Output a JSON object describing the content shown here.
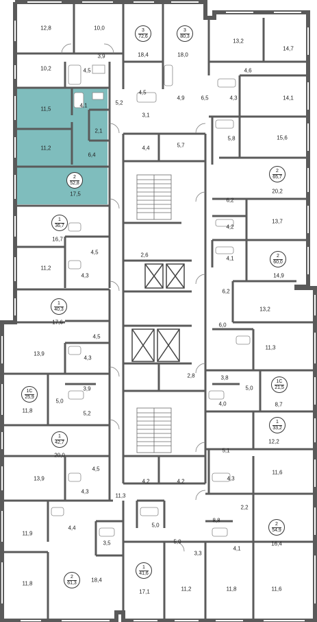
{
  "highlight": {
    "color": "#7fbdbd"
  },
  "apartments": [
    {
      "id": "a1",
      "rooms": "3",
      "area": "72,6"
    },
    {
      "id": "a2",
      "rooms": "3",
      "area": "80,3"
    },
    {
      "id": "a3",
      "rooms": "2",
      "area": "52,8"
    },
    {
      "id": "a4",
      "rooms": "1",
      "area": "36,7"
    },
    {
      "id": "a5",
      "rooms": "2",
      "area": "65,7"
    },
    {
      "id": "a6",
      "rooms": "2",
      "area": "60,0"
    },
    {
      "id": "a7",
      "rooms": "1",
      "area": "40,3"
    },
    {
      "id": "a8",
      "rooms": "1С",
      "area": "25,9"
    },
    {
      "id": "a9",
      "rooms": "1С",
      "area": "21,5"
    },
    {
      "id": "a10",
      "rooms": "1",
      "area": "33,2"
    },
    {
      "id": "a11",
      "rooms": "1",
      "area": "42,7"
    },
    {
      "id": "a12",
      "rooms": "2",
      "area": "54,9"
    },
    {
      "id": "a13",
      "rooms": "1",
      "area": "41,6"
    },
    {
      "id": "a14",
      "rooms": "2",
      "area": "61,3"
    }
  ],
  "rooms": [
    "12,8",
    "10,0",
    "18,4",
    "18,0",
    "13,2",
    "14,7",
    "3,9",
    "10,2",
    "4,5",
    "4,6",
    "14,1",
    "11,5",
    "4,1",
    "4,5",
    "4,9",
    "4,3",
    "5,2",
    "6,5",
    "3,1",
    "2,1",
    "5,8",
    "15,6",
    "11,2",
    "6,4",
    "4,4",
    "5,7",
    "20,2",
    "17,5",
    "6,2",
    "13,7",
    "16,7",
    "4,2",
    "4,5",
    "4,1",
    "2,6",
    "11,2",
    "4,3",
    "14,9",
    "6,2",
    "13,2",
    "17,6",
    "6,0",
    "4,5",
    "11,3",
    "13,9",
    "4,3",
    "2,8",
    "3,8",
    "5,0",
    "3,9",
    "4,0",
    "8,7",
    "5,0",
    "11,8",
    "5,2",
    "12,2",
    "20,0",
    "5,1",
    "4,5",
    "11,6",
    "13,9",
    "4,3",
    "4,3",
    "4,2",
    "4,2",
    "11,3",
    "2,2",
    "5,0",
    "8,8",
    "4,4",
    "11,9",
    "3,5",
    "5,0",
    "4,1",
    "16,4",
    "3,3",
    "11,8",
    "18,4",
    "17,1",
    "11,2",
    "11,8",
    "11,6"
  ]
}
